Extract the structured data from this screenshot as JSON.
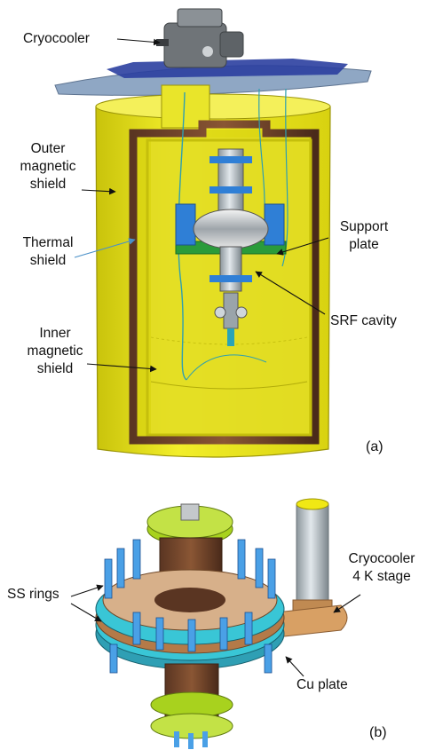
{
  "panel_a": {
    "label": "(a)",
    "callouts": {
      "cryocooler": "Cryocooler",
      "outer_shield": "Outer\nmagnetic\nshield",
      "thermal_shield": "Thermal\nshield",
      "support_plate": "Support\nplate",
      "srf_cavity": "SRF cavity",
      "inner_shield": "Inner\nmagnetic\nshield"
    }
  },
  "panel_b": {
    "label": "(b)",
    "callouts": {
      "cryo_stage": "Cryocooler\n4 K stage",
      "ss_rings": "SS rings",
      "cu_plate": "Cu plate"
    }
  },
  "colors": {
    "shield_yellow": "#e8e61a",
    "shield_yellow_dark": "#b9b40a",
    "thermal_copper": "#8a4b2e",
    "top_plate": "#8fa7c4",
    "flange_blue": "#2f7fd6",
    "bolt_blue": "#4aa0e6",
    "flange_lime": "#a8d21e",
    "copper_plate": "#d8a064",
    "ring_cyan": "#39c6d6",
    "post_gray": "#b7c0c6"
  }
}
